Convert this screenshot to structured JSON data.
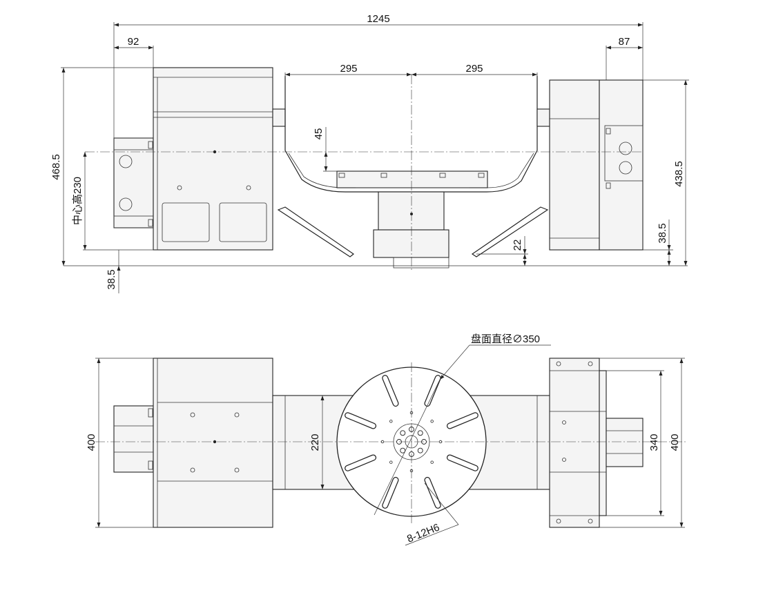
{
  "front_view": {
    "overall_width": "1245",
    "left_motor_width": "92",
    "right_motor_width": "87",
    "half_span_left": "295",
    "half_span_right": "295",
    "table_offset": "45",
    "overall_height": "468.5",
    "center_height": "中心高230",
    "right_height": "438.5",
    "right_base_offset": "38.5",
    "left_base_offset": "38.5",
    "bottom_gap": "22"
  },
  "top_view": {
    "platter_diameter": "盘面直径∅350",
    "body_width": "220",
    "left_width": "400",
    "right_inner_width": "340",
    "right_outer_width": "400",
    "slot_spec": "8-12H6"
  },
  "colors": {
    "line": "#222222",
    "background": "#ffffff"
  }
}
